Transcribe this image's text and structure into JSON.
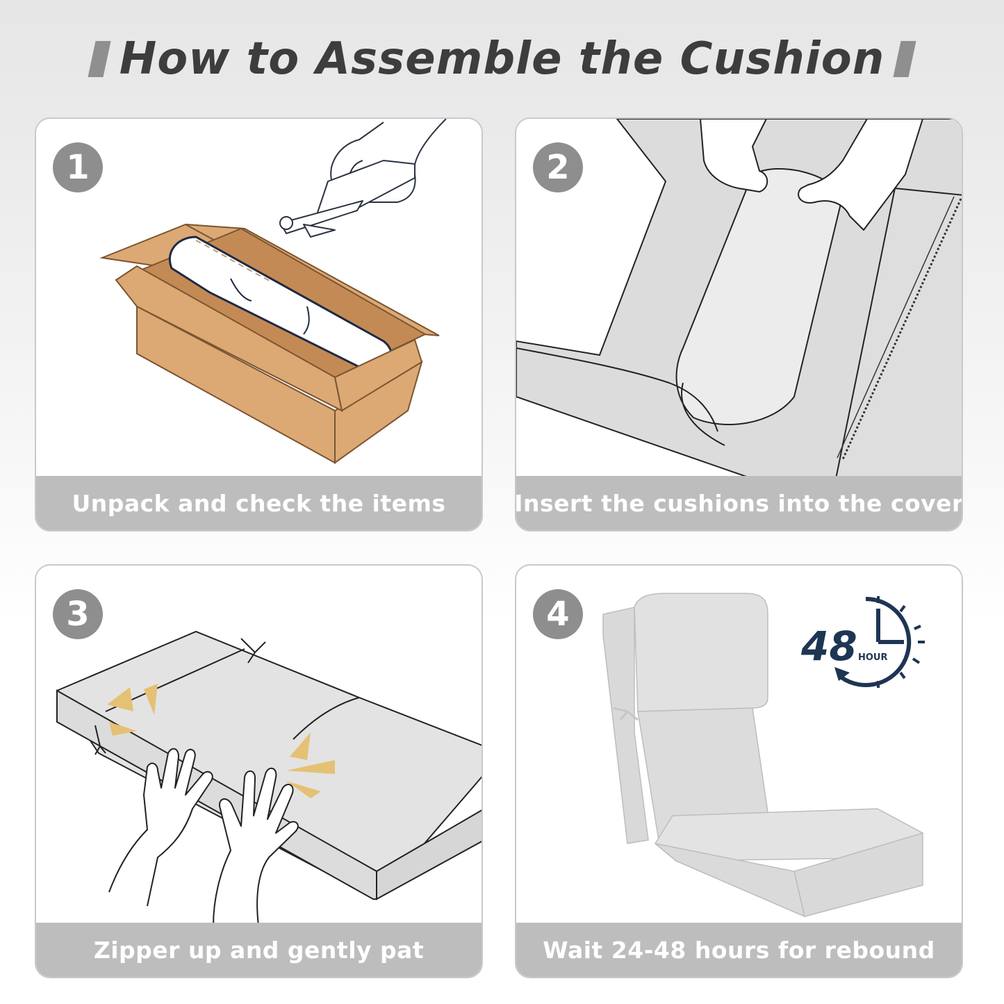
{
  "title": "How to Assemble the Cushion",
  "steps": [
    {
      "number": "1",
      "caption": "Unpack and check the items",
      "icon": "box-cutter-unpack-icon"
    },
    {
      "number": "2",
      "caption": "Insert the cushions into the cover",
      "icon": "cushion-insert-icon"
    },
    {
      "number": "3",
      "caption": "Zipper up and gently pat",
      "icon": "pat-cushion-icon"
    },
    {
      "number": "4",
      "caption": "Wait 24-48 hours for rebound",
      "icon": "chair-cushion-icon"
    }
  ],
  "timer": {
    "value": "48",
    "unit": "HOUR",
    "icon": "clock-icon"
  },
  "colors": {
    "badge": "#8e8e8e",
    "caption_bar": "#bdbdbd",
    "box": "#dca874",
    "clock_navy": "#1e3553",
    "pat_accent": "#e4c174"
  }
}
